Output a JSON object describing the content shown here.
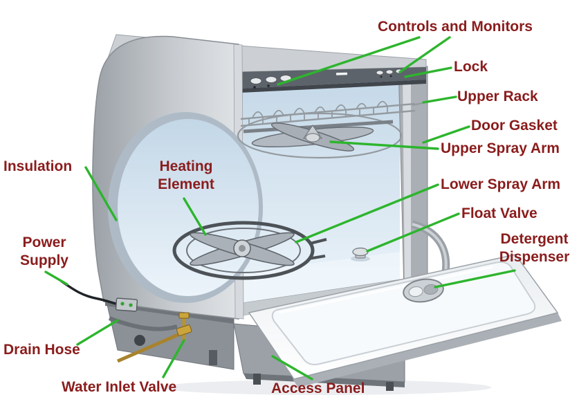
{
  "diagram": {
    "labels": {
      "controls_and_monitors": "Controls and Monitors",
      "lock": "Lock",
      "upper_rack": "Upper Rack",
      "door_gasket": "Door Gasket",
      "upper_spray_arm": "Upper Spray Arm",
      "lower_spray_arm": "Lower Spray Arm",
      "float_valve": "Float Valve",
      "detergent_dispenser": "Detergent\nDispenser",
      "insulation": "Insulation",
      "heating_element": "Heating\nElement",
      "power_supply": "Power\nSupply",
      "drain_hose": "Drain Hose",
      "water_inlet_valve": "Water Inlet Valve",
      "access_panel": "Access Panel"
    },
    "colors": {
      "label_text": "#8a1c1c",
      "leader_line": "#2db52d",
      "body_gray": "#c7cbcf",
      "interior_blue": "#d9e7f2",
      "background": "#ffffff"
    }
  }
}
